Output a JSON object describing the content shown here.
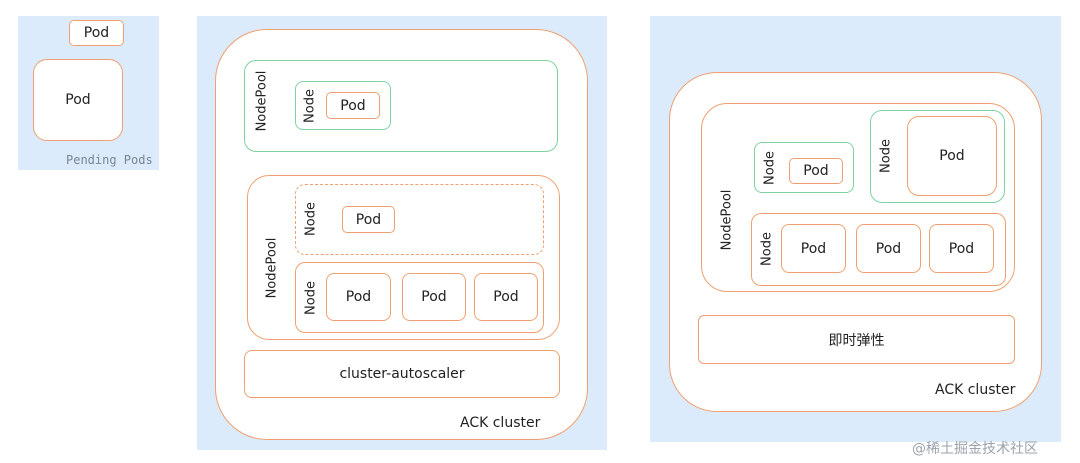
{
  "pending": {
    "pod_small": "Pod",
    "pod_big": "Pod",
    "caption": "Pending Pods"
  },
  "left_cluster": {
    "nodepool1": {
      "label": "NodePool",
      "node": {
        "label": "Node",
        "pods": [
          "Pod"
        ]
      }
    },
    "nodepool2": {
      "label": "NodePool",
      "node_dashed": {
        "label": "Node",
        "pods": [
          "Pod"
        ]
      },
      "node": {
        "label": "Node",
        "pods": [
          "Pod",
          "Pod",
          "Pod"
        ]
      }
    },
    "autoscaler": "cluster-autoscaler",
    "label": "ACK cluster"
  },
  "right_cluster": {
    "nodepool": {
      "label": "NodePool",
      "node_small": {
        "label": "Node",
        "pods": [
          "Pod"
        ]
      },
      "node_big": {
        "label": "Node",
        "pods": [
          "Pod"
        ]
      },
      "node_wide": {
        "label": "Node",
        "pods": [
          "Pod",
          "Pod",
          "Pod"
        ]
      }
    },
    "feature": "即时弹性",
    "label": "ACK cluster"
  },
  "watermark": "@稀土掘金技术社区",
  "colors": {
    "panel": "#dcebfb",
    "orange": "#f0a070",
    "green": "#7fd3a3"
  }
}
